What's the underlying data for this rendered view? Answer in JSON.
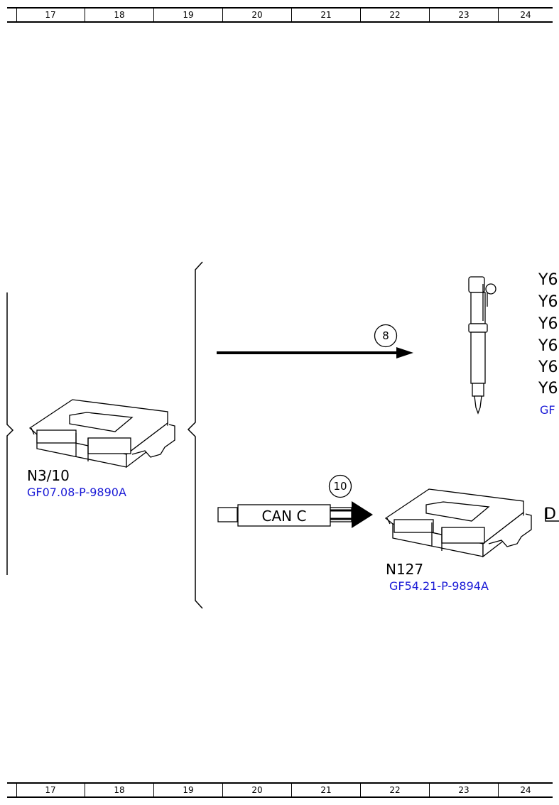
{
  "ruler": {
    "columns": [
      "17",
      "18",
      "19",
      "20",
      "21",
      "22",
      "23",
      "24"
    ]
  },
  "components": {
    "n3_10": {
      "id": "N3/10",
      "ref": "GF07.08-P-9890A"
    },
    "n127": {
      "id": "N127",
      "ref": "GF54.21-P-9894A"
    },
    "injectors": {
      "rows": [
        "Y6",
        "Y6",
        "Y6",
        "Y6",
        "Y6",
        "Y6"
      ],
      "ref": "GF"
    }
  },
  "connections": {
    "signal_8": {
      "num": "8"
    },
    "signal_10": {
      "num": "10",
      "bus": "CAN C"
    }
  },
  "edge_labels": {
    "n127_right": "D"
  }
}
